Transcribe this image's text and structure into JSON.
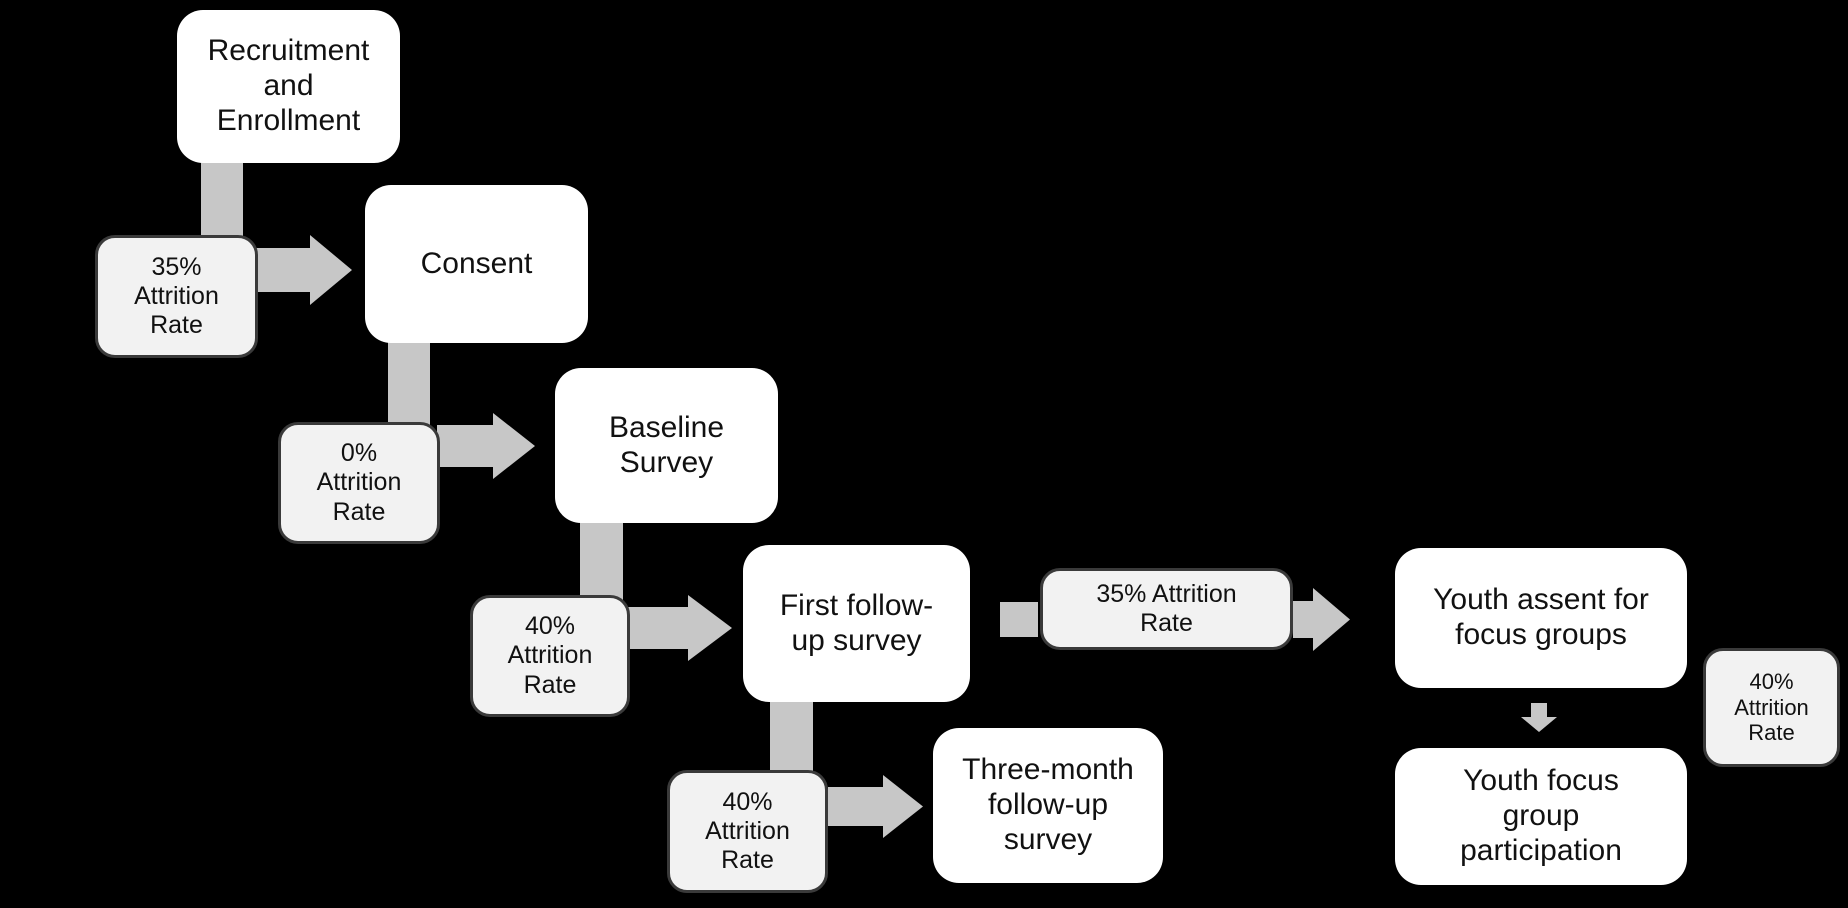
{
  "diagram": {
    "description": "Study participant flow diagram with attrition rates",
    "nodes": {
      "recruitment": {
        "label": [
          "Recruitment",
          "and",
          "Enrollment"
        ]
      },
      "consent": {
        "label": [
          "Consent"
        ]
      },
      "baseline": {
        "label": [
          "Baseline",
          "Survey"
        ]
      },
      "first_followup": {
        "label": [
          "First follow-",
          "up survey"
        ]
      },
      "three_month": {
        "label": [
          "Three-month",
          "follow-up",
          "survey"
        ]
      },
      "youth_assent": {
        "label": [
          "Youth assent for",
          "focus groups"
        ]
      },
      "youth_focus": {
        "label": [
          "Youth focus",
          "group",
          "participation"
        ]
      }
    },
    "attrition": {
      "recruit_to_consent": {
        "label": [
          "35%",
          "Attrition",
          "Rate"
        ]
      },
      "consent_to_baseline": {
        "label": [
          "0%",
          "Attrition",
          "Rate"
        ]
      },
      "baseline_to_first": {
        "label": [
          "40%",
          "Attrition",
          "Rate"
        ]
      },
      "first_to_assent": {
        "label": [
          "35% Attrition",
          "Rate"
        ]
      },
      "first_to_three_month": {
        "label": [
          "40%",
          "Attrition",
          "Rate"
        ]
      },
      "assent_to_focus": {
        "label": [
          "40%",
          "Attrition",
          "Rate"
        ]
      }
    }
  },
  "colors": {
    "bg": "#000000",
    "node_fill": "#ffffff",
    "attr_fill": "#f2f2f2",
    "attr_border": "#3a3a3a",
    "connector": "#c7c7c7",
    "text": "#111111"
  }
}
